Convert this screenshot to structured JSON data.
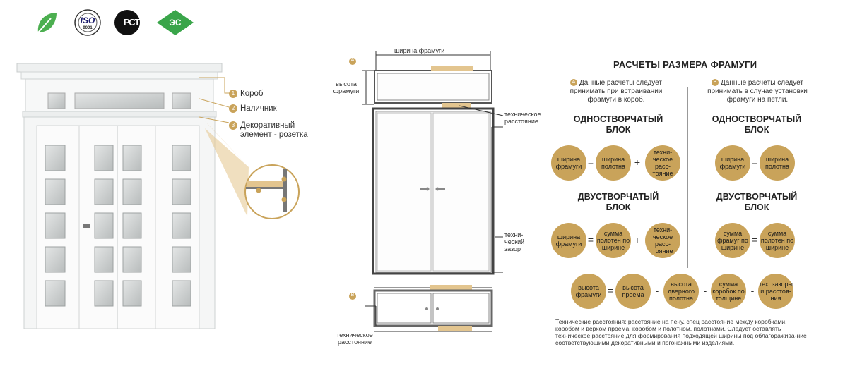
{
  "logos": {
    "iso_text": "ISO",
    "iso_sub": "9001",
    "rst_text": "РСТ",
    "es_text": "ЭС"
  },
  "colors": {
    "accent_gold": "#c9a35a",
    "leaf_green": "#4caf50",
    "es_green": "#3aa54a"
  },
  "callouts": [
    {
      "num": "1",
      "label": "Короб"
    },
    {
      "num": "2",
      "label": "Наличник"
    },
    {
      "num": "3",
      "label": "Декоративный элемент - розетка"
    }
  ],
  "diagram": {
    "marker_a": "A",
    "marker_b": "B",
    "width_label": "ширина фрамуги",
    "height_label": "высота фрамуги",
    "tech_distance_a": "техническое расстояние",
    "tech_gap": "техни-ческий зазор",
    "tech_distance_b": "техническое расстояние"
  },
  "calc": {
    "title": "РАСЧЕТЫ РАЗМЕРА ФРАМУГИ",
    "note_a": "Данные расчёты следует принимать при встраивании фрамуги в короб.",
    "note_b": "Данные расчёты следует принимать в случае установки фрамуги на петли.",
    "single_a": "ОДНОСТВОРЧАТЫЙ БЛОК",
    "single_b": "ОДНОСТВОРЧАТЫЙ БЛОК",
    "double_a": "ДВУСТВОРЧАТЫЙ БЛОК",
    "double_b": "ДВУСТВОРЧАТЫЙ БЛОК",
    "c_frame_width": "ширина фрамуги",
    "c_leaf_width": "ширина полотна",
    "c_tech_dist": "техни-ческое расс-тояние",
    "c_sum_leaves": "сумма полотен по ширине",
    "c_sum_transom": "сумма фрамуг по ширине",
    "c_frame_height": "высота фрамуги",
    "c_opening_height": "высота проема",
    "c_door_leaf_height": "высота дверного полотна",
    "c_sum_boxes": "сумма коробок по толщине",
    "c_tech_gaps": "тех. зазоры и расстоя-ния",
    "eq": "=",
    "plus": "+",
    "minus": "-"
  },
  "footer": "Технические расстояния: расстояние на пену, спец расстояние между коробками, коробом и верхом проема, коробом и полотном, полотнами. Следует оставлять техническое расстояние для формирования подходящей ширины под облагоражива-ние соответствующими декоративными и погонажными изделиями."
}
